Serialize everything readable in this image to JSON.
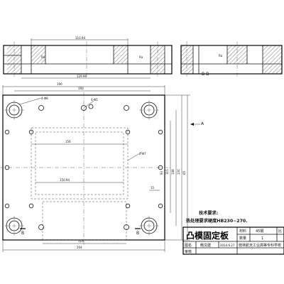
{
  "section_label": "B-B",
  "top_view_dims": {
    "d_width_top": "110.94",
    "d_width_bottom": "129.96"
  },
  "plan_dims": {
    "overall_width": "190",
    "hole_spacing": "160",
    "inner_width": "156",
    "cavity_width": "150.94",
    "bottom_width": "119",
    "base_width": "204",
    "hole_dia_top": "4-Φ8",
    "hole_dia_mid": "4-Φ5",
    "hole_dia_right": "2-Φ7",
    "v_dim_1": "15",
    "v_dim_2": "93",
    "v_dim_3": "115",
    "v_dim_4": "148",
    "v_dim_5": "130",
    "v_dim_6": "65"
  },
  "view_arrow": "A",
  "section_mark_left": "B",
  "section_mark_right": "B",
  "tech_notes": {
    "heading": "技术要求:",
    "line1": "热处理要求硬度HB230~270."
  },
  "title_block": {
    "part_name": "凸模固定板",
    "material_label": "材料",
    "material_value": "45钢",
    "scale_label": "比",
    "quantity_label": "数量",
    "quantity_value": "1",
    "designer_label": "图名",
    "designer_name": "韩文建",
    "date": "2014.6.27",
    "reviewer_label": "审核",
    "school": "桂林航天工业高等专科学校"
  }
}
